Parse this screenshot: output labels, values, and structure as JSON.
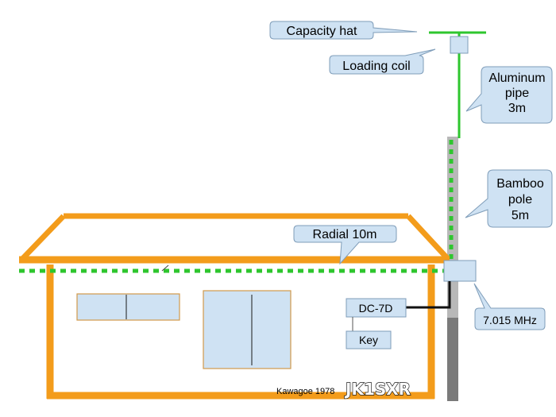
{
  "labels": {
    "capacity_hat": "Capacity hat",
    "loading_coil": "Loading coil",
    "aluminum_pipe": [
      "Aluminum",
      "pipe",
      "3m"
    ],
    "bamboo_pole": [
      "Bamboo",
      "pole",
      "5m"
    ],
    "radial": "Radial 10m",
    "frequency": "7.015 MHz",
    "transceiver": "DC-7D",
    "key": "Key",
    "location_year": "Kawagoe 1978",
    "callsign": "JK1SXR"
  },
  "icons": {
    "capacity_hat": "horizontal-bar-icon",
    "loading_coil": "coil-box-icon",
    "matching_box": "tuner-box-icon"
  },
  "colors": {
    "roof_wall": "#f39c1b",
    "antenna_green": "#2ec62e",
    "callout_fill": "#cfe2f3",
    "callout_stroke": "#7f9db9",
    "window_fill": "#cfe2f3",
    "window_stroke": "#d29a4a",
    "pole_light": "#b8b8b8",
    "pole_dark": "#7a7a7a"
  }
}
